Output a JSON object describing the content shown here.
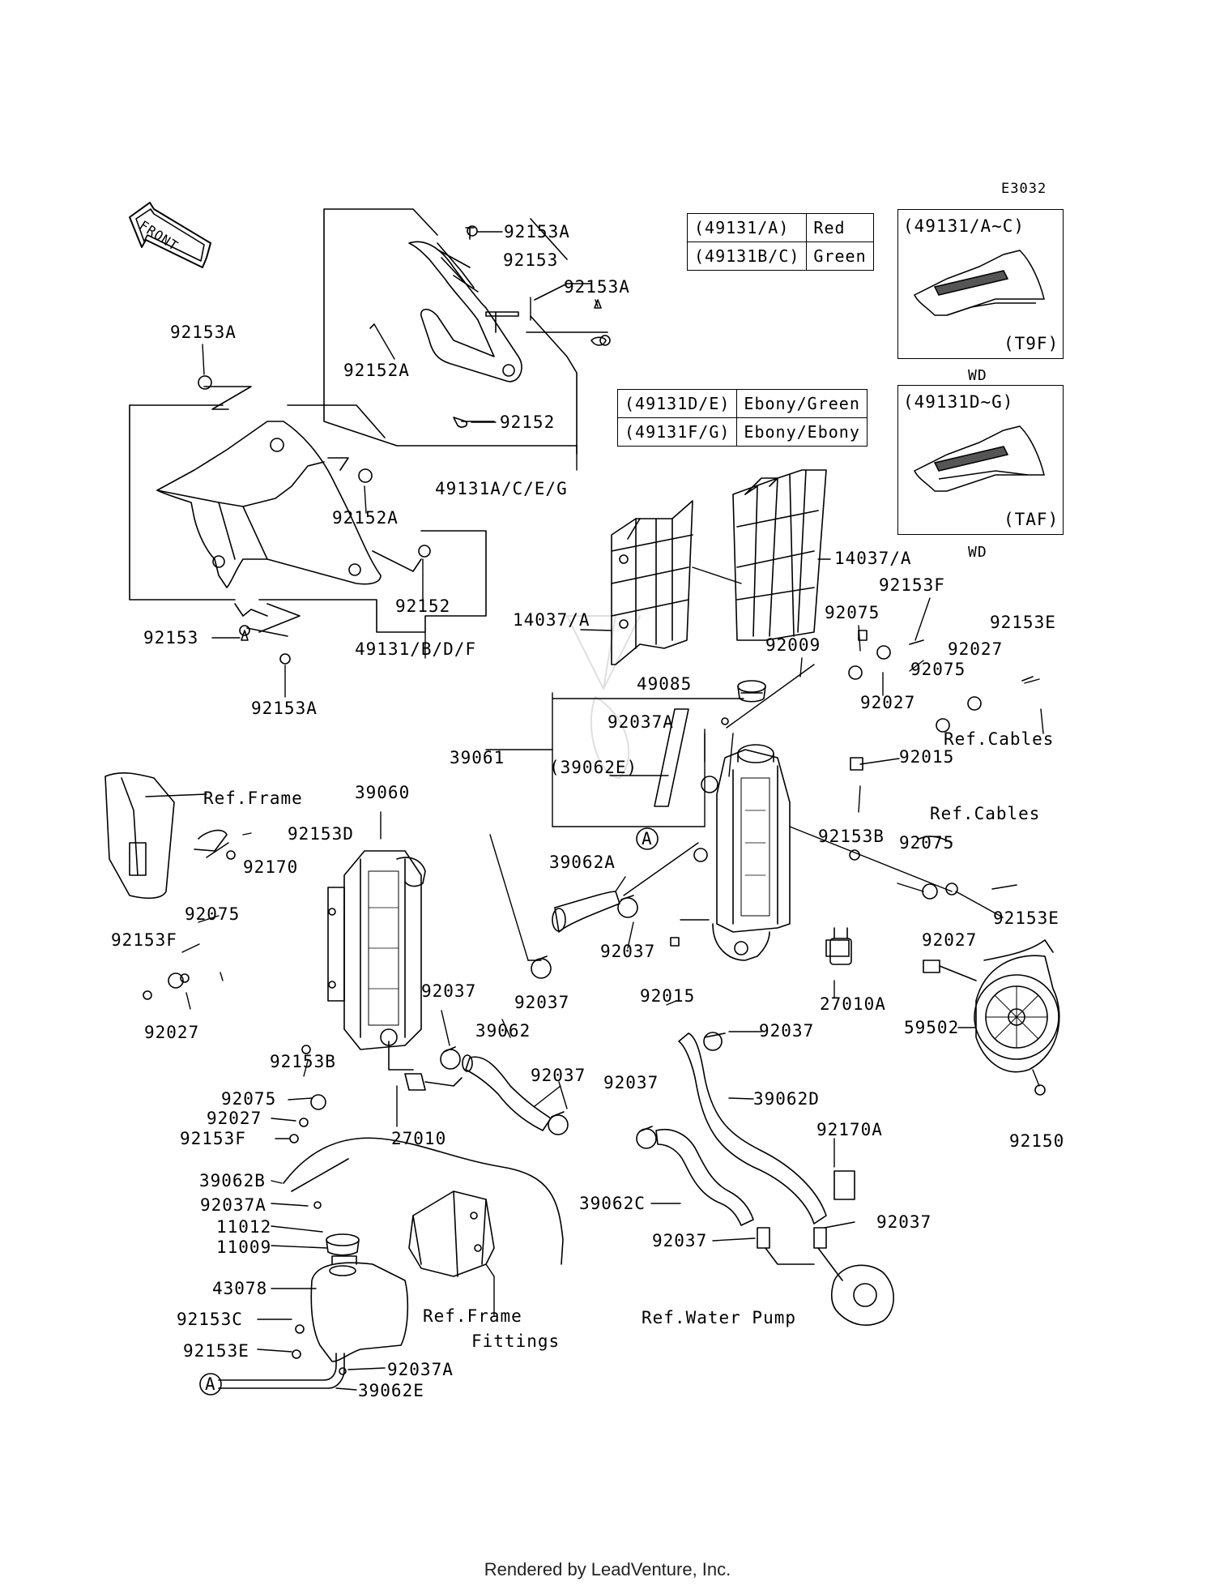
{
  "diagram_code": "E3032",
  "front_label": "FRONT",
  "color_table_1": [
    {
      "part": "(49131/A)",
      "color": "Red"
    },
    {
      "part": "(49131B/C)",
      "color": "Green"
    }
  ],
  "color_table_2": [
    {
      "part": "(49131D/E)",
      "color": "Ebony/Green"
    },
    {
      "part": "(49131F/G)",
      "color": "Ebony/Ebony"
    }
  ],
  "inset_1": {
    "title": "(49131/A~C)",
    "code": "(T9F)",
    "below": "WD"
  },
  "inset_2": {
    "title": "(49131D~G)",
    "code": "(TAF)",
    "below": "WD"
  },
  "labels": {
    "l92153A_1": "92153A",
    "l92153_1": "92153",
    "l92153A_2": "92153A",
    "l92152A_1": "92152A",
    "l92152_1": "92152",
    "l49131ACEG": "49131A/C/E/G",
    "l92153A_3": "92153A",
    "l92152A_2": "92152A",
    "l92152_2": "92152",
    "l92153_2": "92153",
    "l49131BDF": "49131/B/D/F",
    "l92153A_4": "92153A",
    "l14037A_1": "14037/A",
    "l14037A_2": "14037/A",
    "l92153F_1": "92153F",
    "l92075_1": "92075",
    "l92009": "92009",
    "l92153E_1": "92153E",
    "l92027_1": "92027",
    "l92075_2": "92075",
    "l92027_2": "92027",
    "l49085": "49085",
    "l92037A_1": "92037A",
    "lRefCables_1": "Ref.Cables",
    "l39061": "39061",
    "l39062E_1": "(39062E)",
    "l92015_1": "92015",
    "lA_1": "A",
    "l92153B_1": "92153B",
    "lRefFrame_1": "Ref.Frame",
    "l39060": "39060",
    "lRefCables_2": "Ref.Cables",
    "l92153D": "92153D",
    "l92075_3": "92075",
    "l92170": "92170",
    "l39062A": "39062A",
    "l92075_4": "92075",
    "l92153F_2": "92153F",
    "l92037_1": "92037",
    "l92153E_2": "92153E",
    "l92027_3": "92027",
    "l92037_2": "92037",
    "l92015_2": "92015",
    "l27010A": "27010A",
    "l92027_4": "92027",
    "l92037_3": "92037",
    "l39062": "39062",
    "l92037_4": "92037",
    "l59502": "59502",
    "l92153B_2": "92153B",
    "l92037_5": "92037",
    "l92075_5": "92075",
    "l92037_6": "92037",
    "l39062D": "39062D",
    "l92027_5": "92027",
    "l92153F_3": "92153F",
    "l27010": "27010",
    "l92170A": "92170A",
    "l92150": "92150",
    "l39062B": "39062B",
    "l92037A_2": "92037A",
    "l39062C": "39062C",
    "l11012": "11012",
    "l11009": "11009",
    "l92037_7": "92037",
    "l92037_8": "92037",
    "l43078": "43078",
    "l92153C": "92153C",
    "lRefFrame_2": "Ref.Frame",
    "lRefWaterPump": "Ref.Water Pump",
    "lFittings": "Fittings",
    "l92153E_3": "92153E",
    "l92037A_3": "92037A",
    "lA_2": "A",
    "l39062E_2": "39062E"
  },
  "footer": "Rendered by LeadVenture, Inc."
}
